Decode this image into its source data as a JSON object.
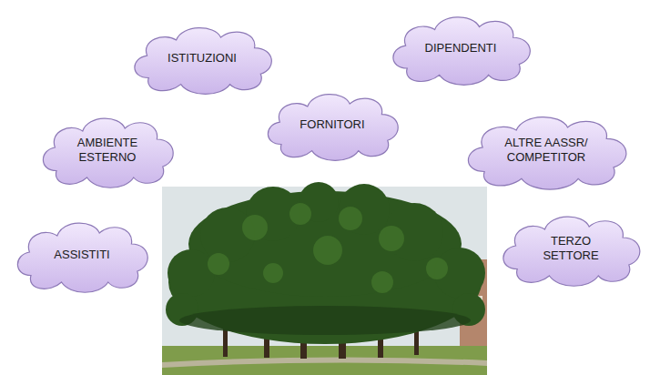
{
  "diagram": {
    "nodes": [
      {
        "text": [
          "ISTITUZIONI"
        ]
      },
      {
        "text": [
          "DIPENDENTI"
        ]
      },
      {
        "text": [
          "AMBIENTE ESTERNO"
        ]
      },
      {
        "text": [
          "FORNITORI"
        ]
      },
      {
        "text": [
          "ALTRE AASSR/ COMPETITOR"
        ]
      },
      {
        "text": [
          "ASSISTITI"
        ]
      },
      {
        "text": [
          "TERZO SETTORE"
        ]
      }
    ]
  }
}
